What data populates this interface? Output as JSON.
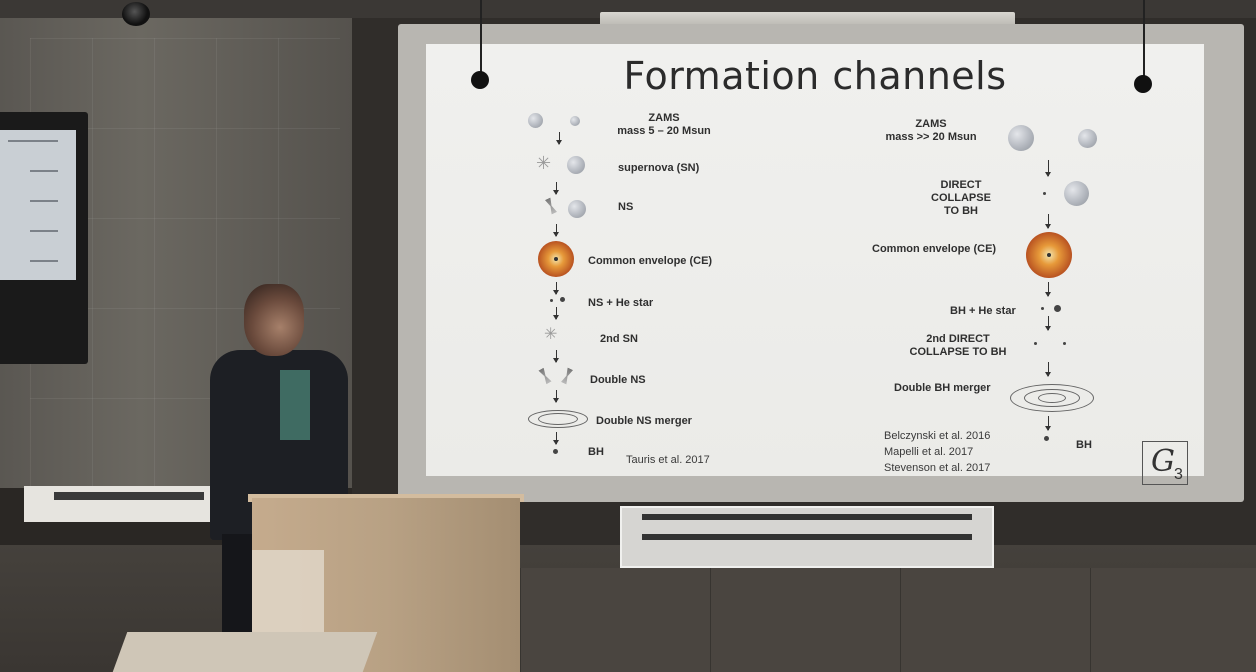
{
  "slide": {
    "title": "Formation channels",
    "left_channel": {
      "labels": [
        "ZAMS\nmass 5 – 20 Msun",
        "supernova (SN)",
        "NS",
        "Common envelope (CE)",
        "NS + He star",
        "2nd SN",
        "Double NS",
        "Double NS merger",
        "BH"
      ],
      "citation": "Tauris et al. 2017"
    },
    "right_channel": {
      "labels": [
        "ZAMS\nmass >> 20 Msun",
        "DIRECT\nCOLLAPSE\nTO BH",
        "Common envelope (CE)",
        "BH + He star",
        "2nd DIRECT\nCOLLAPSE TO BH",
        "Double BH merger",
        "BH"
      ],
      "citations": [
        "Belczynski et al. 2016",
        "Mapelli et al. 2017",
        "Stevenson et al. 2017"
      ]
    },
    "page_number": "3",
    "logo_glyph": "G"
  },
  "scene": {
    "colors": {
      "slide_background": "#ecece9",
      "screen_frame": "#b8b6b1",
      "room_dark": "#2a2724",
      "podium": "#b8a184"
    }
  }
}
